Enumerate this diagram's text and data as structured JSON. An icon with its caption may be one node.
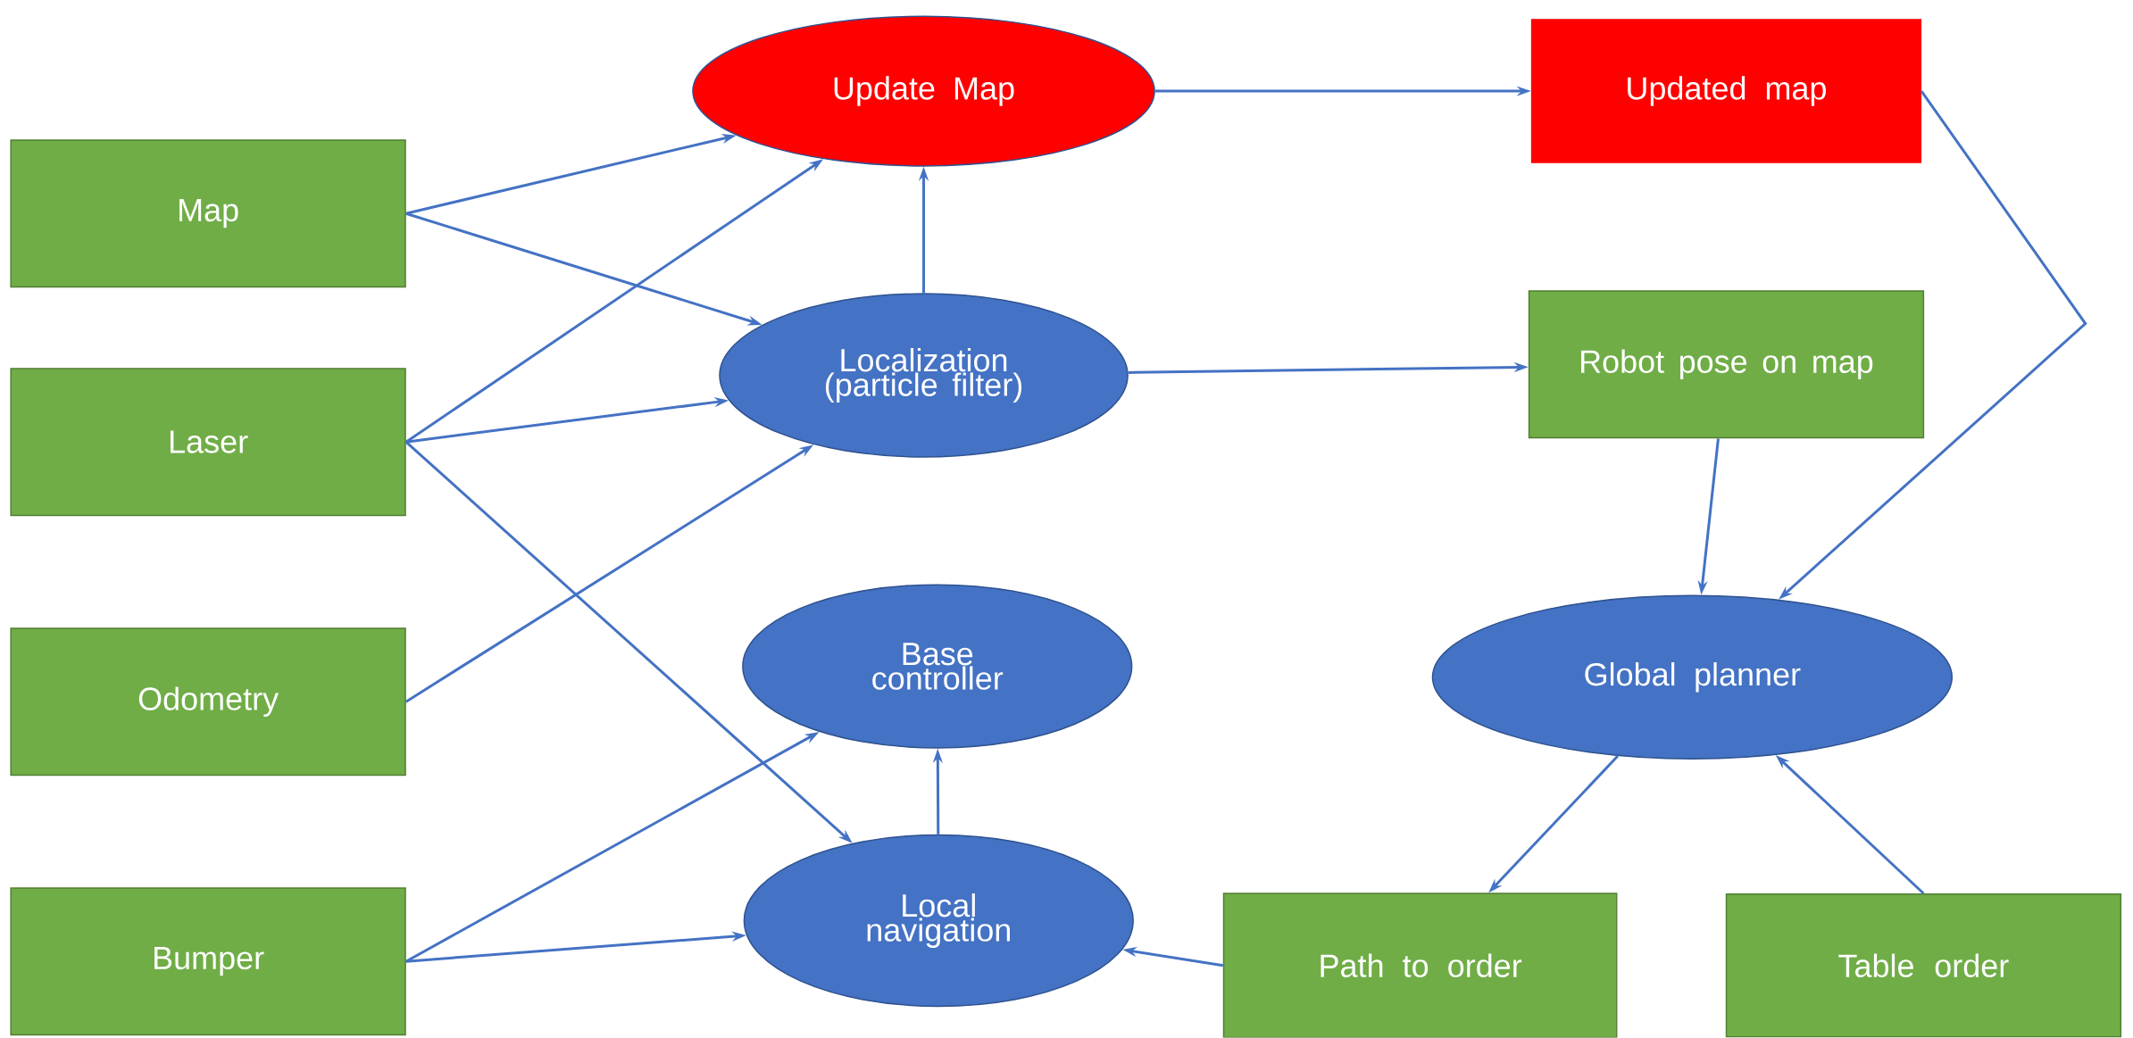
{
  "diagram": {
    "nodes": [
      {
        "text": [
          "Map"
        ]
      },
      {
        "text": [
          "Laser"
        ]
      },
      {
        "text": [
          "Odometry"
        ]
      },
      {
        "text": [
          "Bumper"
        ]
      },
      {
        "text": [
          "Update Map"
        ]
      },
      {
        "text": [
          "Localization (particle filter)"
        ]
      },
      {
        "text": [
          "Base controller"
        ]
      },
      {
        "text": [
          "Local navigation"
        ]
      },
      {
        "text": [
          "Updated map"
        ]
      },
      {
        "text": [
          "Robot pose on map"
        ]
      },
      {
        "text": [
          "Global planner"
        ]
      },
      {
        "text": [
          "Path to order"
        ]
      },
      {
        "text": [
          "Table order"
        ]
      }
    ],
    "edges": [
      {
        "from": 0,
        "to": 4,
        "arrow": "to"
      },
      {
        "from": 0,
        "to": 5,
        "arrow": "to"
      },
      {
        "from": 1,
        "to": 4,
        "arrow": "to"
      },
      {
        "from": 1,
        "to": 5,
        "arrow": "to"
      },
      {
        "from": 1,
        "to": 7,
        "arrow": "to"
      },
      {
        "from": 2,
        "to": 5,
        "arrow": "to"
      },
      {
        "from": 3,
        "to": 6,
        "arrow": "to"
      },
      {
        "from": 3,
        "to": 7,
        "arrow": "to"
      },
      {
        "from": 5,
        "to": 4,
        "arrow": "to"
      },
      {
        "from": 4,
        "to": 8,
        "arrow": "to"
      },
      {
        "from": 5,
        "to": 9,
        "arrow": "to"
      },
      {
        "from": 9,
        "to": 10,
        "arrow": "to"
      },
      {
        "from": 8,
        "to": 10,
        "arrow": "to"
      },
      {
        "from": 10,
        "to": 11,
        "arrow": "to"
      },
      {
        "from": 12,
        "to": 10,
        "arrow": "to"
      },
      {
        "from": 11,
        "to": 7,
        "arrow": "to"
      },
      {
        "from": 7,
        "to": 6,
        "arrow": "to"
      }
    ]
  }
}
